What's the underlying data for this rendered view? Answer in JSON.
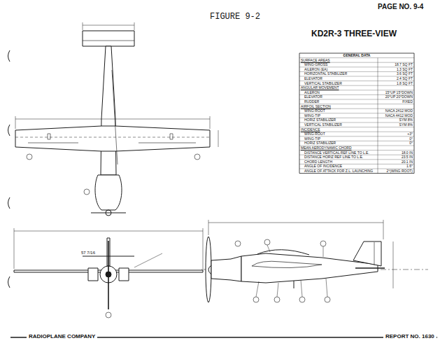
{
  "diagram": {
    "title": "KD2R-3 THREE-VIEW",
    "labels": [
      "FIGURE 9-2",
      "PAGE NO. 9-4",
      "GENERAL DATA",
      "SURFACE AREAS",
      "WING-GROSS",
      "18.7 SQ FT",
      "AILERON (EA)",
      "1.3 SQ FT",
      "HORIZONTAL STABILIZER",
      "3.6 SQ FT",
      "ELEVATOR",
      "2.4 SQ FT",
      "VERTICAL STABILIZER",
      "1.8 SQ FT",
      "ANGULAR MOVEMENT",
      "AILERON",
      "15°UP 15°DOWN",
      "ELEVATOR",
      "20°UP 20°DOWN",
      "RUDDER",
      "FIXED",
      "AIRFOIL SECTION",
      "WING-ROOT",
      "NACA 2412 MOD",
      "WING-TIP",
      "NACA 4412 MOD",
      "HORIZ STABILIZER",
      "SYM 8%",
      "VERTICAL STABILIZER",
      "SYM 8%",
      "INCIDENCE",
      "WING-ROOT",
      "+3°",
      "WING-TIP",
      "0°",
      "HORIZ STABILIZER",
      "0°",
      "MEAN AERODYNAMIC CHORD",
      "DISTANCE VERTICAL REF LINE TO L.E.",
      "18.0 IN",
      "DISTANCE HORIZ REF LINE TO L.E.",
      "23.5 IN",
      "CHORD LENGTH",
      "20.1 IN",
      "ANGLE OF INCIDENCE",
      "1.6°",
      "ANGLE OF ATTACK FOR Z.L. LAUNCHING",
      "2°(WING ROOT)",
      "57 7/16",
      "RADIOPLANE COMPANY",
      "REPORT NO. 1630"
    ]
  }
}
